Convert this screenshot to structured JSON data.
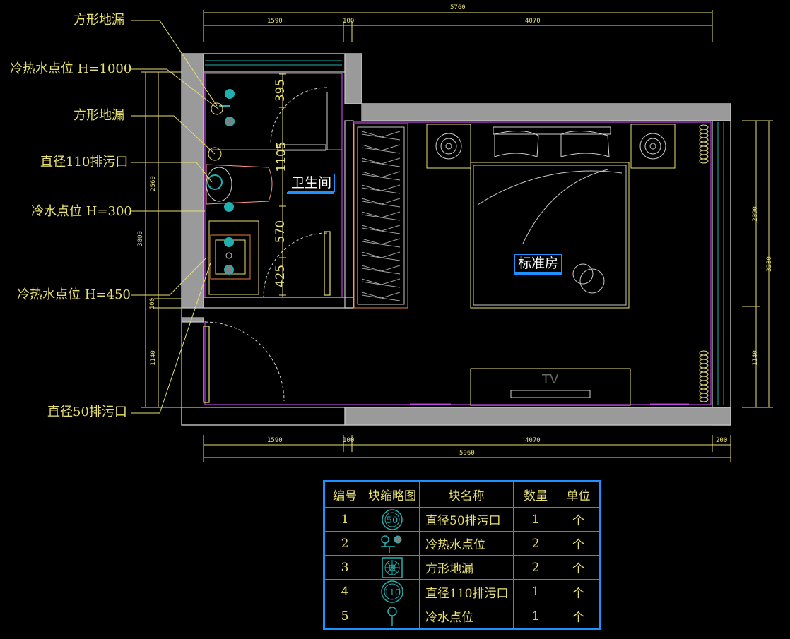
{
  "rooms": {
    "bathroom": "卫生间",
    "bedroom": "标准房"
  },
  "tv_label": "TV",
  "callouts": [
    "方形地漏",
    "冷热水点位 H=1000",
    "方形地漏",
    "直径110排污口",
    "冷水点位 H=300",
    "冷热水点位 H=450",
    "直径50排污口"
  ],
  "dimensions": {
    "top_total": "5760",
    "top_a": "1590",
    "top_b": "100",
    "top_c": "4070",
    "bottom_a": "1590",
    "bottom_b": "100",
    "bottom_c": "4070",
    "bottom_d": "200",
    "bottom_total": "5960",
    "left_outer": "3800",
    "left_a": "2560",
    "left_b": "100",
    "left_c": "1140",
    "right_outer": "3230",
    "right_a": "2090",
    "right_b": "1140",
    "bath_1": "395",
    "bath_2": "1105",
    "bath_3": "570",
    "bath_4": "425"
  },
  "legend": {
    "headers": [
      "编号",
      "块缩略图",
      "块名称",
      "数量",
      "单位"
    ],
    "rows": [
      {
        "no": "1",
        "icon": "drain-50-icon",
        "icon_text": "50",
        "name": "直径50排污口",
        "qty": "1",
        "unit": "个"
      },
      {
        "no": "2",
        "icon": "hot-cold-water-icon",
        "icon_text": "",
        "name": "冷热水点位",
        "qty": "2",
        "unit": "个"
      },
      {
        "no": "3",
        "icon": "square-floor-drain-icon",
        "icon_text": "",
        "name": "方形地漏",
        "qty": "2",
        "unit": "个"
      },
      {
        "no": "4",
        "icon": "drain-110-icon",
        "icon_text": "110",
        "name": "直径110排污口",
        "qty": "1",
        "unit": "个"
      },
      {
        "no": "5",
        "icon": "cold-water-icon",
        "icon_text": "",
        "name": "冷水点位",
        "qty": "1",
        "unit": "个"
      }
    ]
  },
  "colors": {
    "dim": "#e8e070",
    "wall": "#c8c8c8",
    "magenta": "#c040e0",
    "cyan": "#20b0b0",
    "blue": "#1e90ff",
    "orange": "#e08040"
  }
}
